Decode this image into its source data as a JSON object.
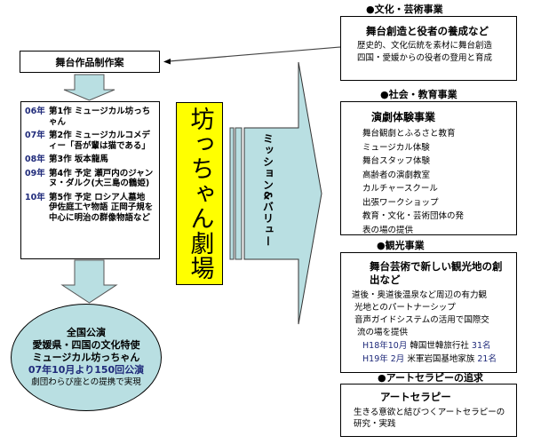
{
  "left": {
    "title_box": "舞台作品制作案",
    "plan_rows": [
      {
        "year": "06年",
        "text": "第1作 ミュージカル坊っちゃん"
      },
      {
        "year": "07年",
        "text": "第2作 ミュージカルコメディー「吾が輩は猫である」"
      },
      {
        "year": "08年",
        "text": "第3作 坂本龍馬"
      },
      {
        "year": "09年",
        "text": "第4作 予定 瀬戸内のジャンヌ・ダルク(大三島の鶴姫)"
      },
      {
        "year": "10年",
        "text": "第5作 予定 ロシア人墓地 伊佐庭工ヤ物語 正岡子規を中心に明治の群像物語など"
      }
    ],
    "ellipse_lines": [
      "全国公演",
      "愛媛県・四国の文化特使",
      "ミュージカル坊っちゃん",
      "07年10月より150回公演",
      "劇団わらび座との提携で実現"
    ]
  },
  "center": {
    "theater_name": "坊っちゃん劇場",
    "arrow_label": "ミッション&バリュー",
    "colors": {
      "yellow": "#ffff00",
      "arrow_fill": "#b9dfe2",
      "accent_blue": "#1f2a7a"
    }
  },
  "right": {
    "sections": [
      {
        "heading": "●文化・芸術事業",
        "title": "舞台創造と役者の養成など",
        "lines": [
          "歴史的、文化伝統を素材に舞台創造",
          "四国・愛媛からの役者の登用と育成"
        ]
      },
      {
        "heading": "●社会・教育事業",
        "title": "演劇体験事業",
        "lines": [
          "舞台観劇とふるさと教育",
          "ミュージカル体験",
          "舞台スタッフ体験",
          "高齢者の演劇教室",
          "カルチャースクール",
          "出張ワークショップ",
          "教育・文化・芸術団体の発",
          "表の場の提供"
        ]
      },
      {
        "heading": "●観光事業",
        "title": "舞台芸術で新しい観光地の創出など",
        "lines": [
          "道後・奥道後温泉など周辺の有力観",
          "光地とのパートナーシップ",
          "音声ガイドシステムの活用で国際交",
          "流の場を提供"
        ],
        "records": [
          {
            "date": "H18年10月",
            "name": "韓国世韓旅行社",
            "count": "31名"
          },
          {
            "date": "H19年 2月",
            "name": "米軍岩国基地家族",
            "count": "21名"
          }
        ]
      },
      {
        "heading": "●アートセラピーの追求",
        "title": "アートセラピー",
        "lines": [
          "生きる意欲と結びつくアートセラピーの",
          "研究・実践"
        ]
      }
    ]
  }
}
